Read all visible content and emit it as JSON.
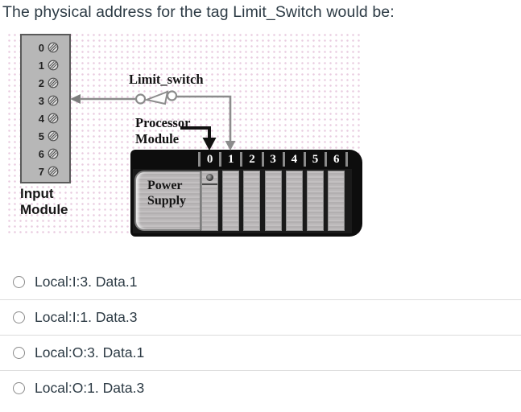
{
  "question": {
    "title": "The physical address for the tag Limit_Switch would be:"
  },
  "diagram": {
    "input_module": {
      "terminals": [
        "0",
        "1",
        "2",
        "3",
        "4",
        "5",
        "6",
        "7"
      ],
      "label_line1": "Input",
      "label_line2": "Module"
    },
    "limit_switch": {
      "label": "Limit_switch"
    },
    "processor": {
      "label_line1": "Processor",
      "label_line2": "Module"
    },
    "power_supply": {
      "label_line1": "Power",
      "label_line2": "Supply"
    },
    "chassis": {
      "slots": [
        "0",
        "1",
        "2",
        "3",
        "4",
        "5",
        "6"
      ]
    },
    "wired_input_terminal": "3",
    "wired_slot": "1",
    "icons": {
      "terminal": "screw-terminal-icon",
      "processor_key": "keyswitch-icon",
      "contact_symbol": "limit-switch-normally-open-symbol"
    },
    "colors": {
      "module_gray": "#b7b4b5",
      "chassis_black": "#0d0d0d",
      "wire_gray": "#8c8c8c",
      "label_black": "#111111",
      "dot_pink": "#d6a0c6"
    }
  },
  "options": [
    {
      "label": "Local:I:3. Data.1",
      "selected": false
    },
    {
      "label": "Local:I:1. Data.3",
      "selected": false
    },
    {
      "label": "Local:O:3. Data.1",
      "selected": false
    },
    {
      "label": "Local:O:1. Data.3",
      "selected": false
    }
  ],
  "ui_colors": {
    "text": "#2d3b45",
    "divider": "#dcdcdc",
    "radio_border": "#8a8a8a"
  }
}
